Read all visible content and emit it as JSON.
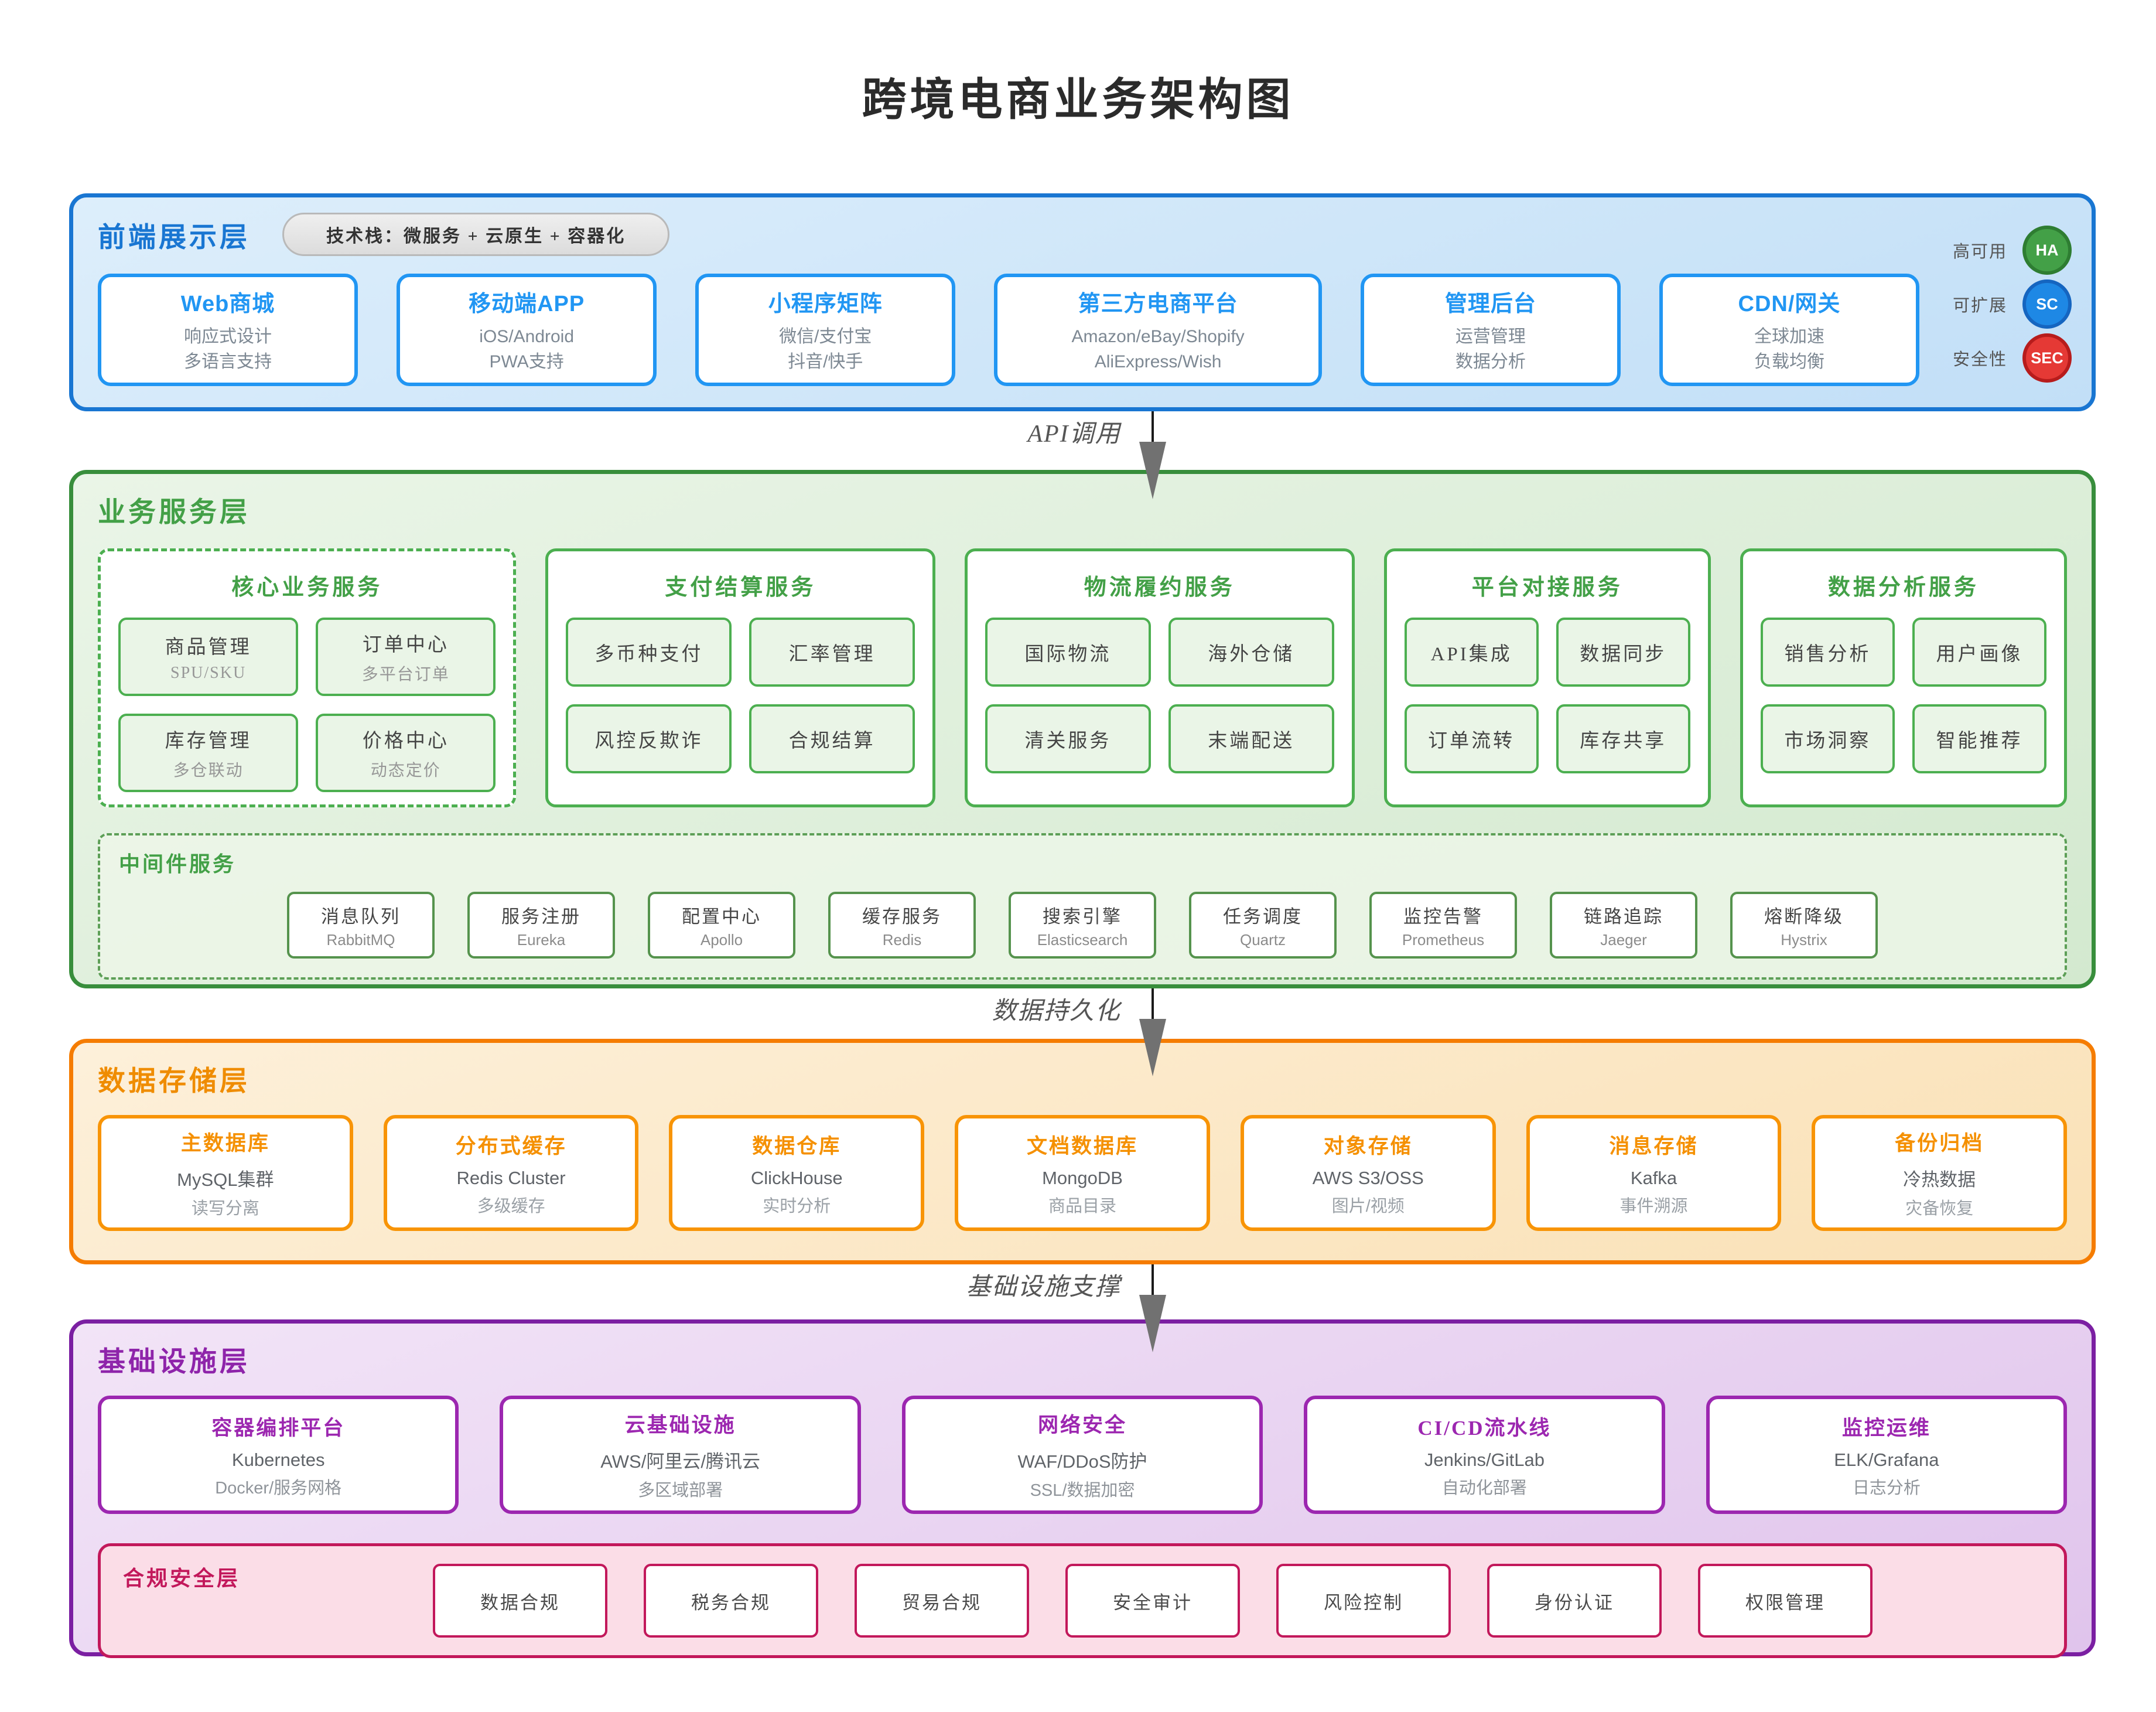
{
  "title": "跨境电商业务架构图",
  "arrows": {
    "api": "API调用",
    "persist": "数据持久化",
    "infra": "基础设施支撑"
  },
  "colors": {
    "frontend": "#1976d2",
    "business": "#43a047",
    "storage": "#f57c00",
    "infrastructure": "#8e24aa",
    "compliance": "#c2185b",
    "badge_ha": "#43a047",
    "badge_sc": "#1e88e5",
    "badge_sec": "#e53935"
  },
  "frontend_layer": {
    "title": "前端展示层",
    "tech_badge": "技术栈：微服务 + 云原生 + 容器化",
    "cards": [
      {
        "title": "Web商城",
        "lines": [
          "响应式设计",
          "多语言支持"
        ]
      },
      {
        "title": "移动端APP",
        "lines": [
          "iOS/Android",
          "PWA支持"
        ]
      },
      {
        "title": "小程序矩阵",
        "lines": [
          "微信/支付宝",
          "抖音/快手"
        ]
      },
      {
        "title": "第三方电商平台",
        "lines": [
          "Amazon/eBay/Shopify",
          "AliExpress/Wish"
        ]
      },
      {
        "title": "管理后台",
        "lines": [
          "运营管理",
          "数据分析"
        ]
      },
      {
        "title": "CDN/网关",
        "lines": [
          "全球加速",
          "负载均衡"
        ]
      }
    ],
    "badges": [
      {
        "label": "高可用",
        "abbr": "HA"
      },
      {
        "label": "可扩展",
        "abbr": "SC"
      },
      {
        "label": "安全性",
        "abbr": "SEC"
      }
    ]
  },
  "business_layer": {
    "title": "业务服务层",
    "groups": [
      {
        "title": "核心业务服务",
        "cells": [
          {
            "t": "商品管理",
            "s": "SPU/SKU"
          },
          {
            "t": "订单中心",
            "s": "多平台订单"
          },
          {
            "t": "库存管理",
            "s": "多仓联动"
          },
          {
            "t": "价格中心",
            "s": "动态定价"
          }
        ]
      },
      {
        "title": "支付结算服务",
        "cells": [
          {
            "t": "多币种支付"
          },
          {
            "t": "汇率管理"
          },
          {
            "t": "风控反欺诈"
          },
          {
            "t": "合规结算"
          }
        ]
      },
      {
        "title": "物流履约服务",
        "cells": [
          {
            "t": "国际物流"
          },
          {
            "t": "海外仓储"
          },
          {
            "t": "清关服务"
          },
          {
            "t": "末端配送"
          }
        ]
      },
      {
        "title": "平台对接服务",
        "cells": [
          {
            "t": "API集成"
          },
          {
            "t": "数据同步"
          },
          {
            "t": "订单流转"
          },
          {
            "t": "库存共享"
          }
        ]
      },
      {
        "title": "数据分析服务",
        "cells": [
          {
            "t": "销售分析"
          },
          {
            "t": "用户画像"
          },
          {
            "t": "市场洞察"
          },
          {
            "t": "智能推荐"
          }
        ]
      }
    ],
    "middleware": {
      "title": "中间件服务",
      "items": [
        {
          "t": "消息队列",
          "s": "RabbitMQ"
        },
        {
          "t": "服务注册",
          "s": "Eureka"
        },
        {
          "t": "配置中心",
          "s": "Apollo"
        },
        {
          "t": "缓存服务",
          "s": "Redis"
        },
        {
          "t": "搜索引擎",
          "s": "Elasticsearch"
        },
        {
          "t": "任务调度",
          "s": "Quartz"
        },
        {
          "t": "监控告警",
          "s": "Prometheus"
        },
        {
          "t": "链路追踪",
          "s": "Jaeger"
        },
        {
          "t": "熔断降级",
          "s": "Hystrix"
        }
      ]
    }
  },
  "storage_layer": {
    "title": "数据存储层",
    "cards": [
      {
        "title": "主数据库",
        "lines": [
          "MySQL集群",
          "读写分离"
        ]
      },
      {
        "title": "分布式缓存",
        "lines": [
          "Redis Cluster",
          "多级缓存"
        ]
      },
      {
        "title": "数据仓库",
        "lines": [
          "ClickHouse",
          "实时分析"
        ]
      },
      {
        "title": "文档数据库",
        "lines": [
          "MongoDB",
          "商品目录"
        ]
      },
      {
        "title": "对象存储",
        "lines": [
          "AWS S3/OSS",
          "图片/视频"
        ]
      },
      {
        "title": "消息存储",
        "lines": [
          "Kafka",
          "事件溯源"
        ]
      },
      {
        "title": "备份归档",
        "lines": [
          "冷热数据",
          "灾备恢复"
        ]
      }
    ]
  },
  "infra_layer": {
    "title": "基础设施层",
    "cards": [
      {
        "title": "容器编排平台",
        "lines": [
          "Kubernetes",
          "Docker/服务网格"
        ]
      },
      {
        "title": "云基础设施",
        "lines": [
          "AWS/阿里云/腾讯云",
          "多区域部署"
        ]
      },
      {
        "title": "网络安全",
        "lines": [
          "WAF/DDoS防护",
          "SSL/数据加密"
        ]
      },
      {
        "title": "CI/CD流水线",
        "lines": [
          "Jenkins/GitLab",
          "自动化部署"
        ]
      },
      {
        "title": "监控运维",
        "lines": [
          "ELK/Grafana",
          "日志分析"
        ]
      }
    ],
    "compliance": {
      "title": "合规安全层",
      "items": [
        "数据合规",
        "税务合规",
        "贸易合规",
        "安全审计",
        "风险控制",
        "身份认证",
        "权限管理"
      ]
    }
  }
}
